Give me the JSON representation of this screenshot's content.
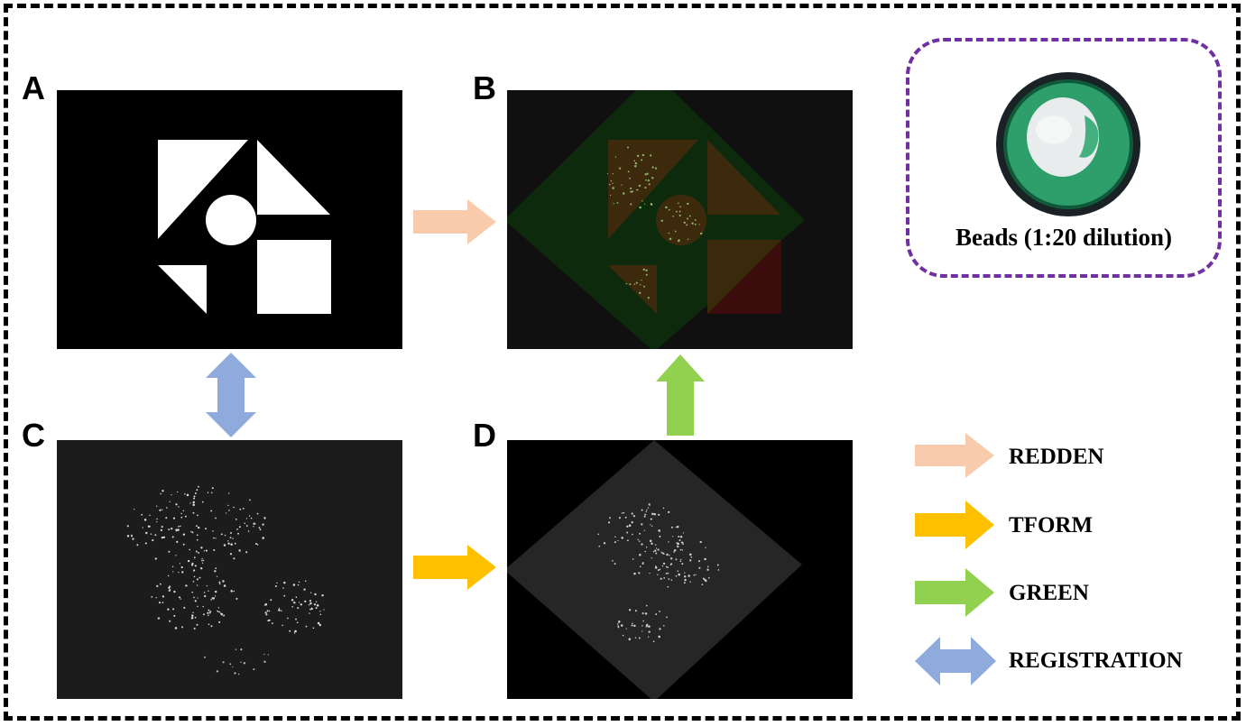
{
  "panels": {
    "a": "A",
    "b": "B",
    "c": "C",
    "d": "D"
  },
  "beads": {
    "caption": "Beads (1:20 dilution)"
  },
  "legend": [
    {
      "label": "REDDEN",
      "color": "#f8cbad",
      "shape": "right-arrow"
    },
    {
      "label": "TFORM",
      "color": "#ffc000",
      "shape": "right-arrow"
    },
    {
      "label": "GREEN",
      "color": "#92d050",
      "shape": "right-arrow"
    },
    {
      "label": "REGISTRATION",
      "color": "#8faadc",
      "shape": "double-arrow"
    }
  ],
  "colors": {
    "frame": "#000000",
    "beads_border": "#7030a0",
    "panel_a_bg": "#000000",
    "panel_c_bg": "#1c1c1c",
    "overlay_green": "#0d2a0d",
    "overlay_orange": "#3d2a0c",
    "overlay_red": "#3a0c0c"
  }
}
